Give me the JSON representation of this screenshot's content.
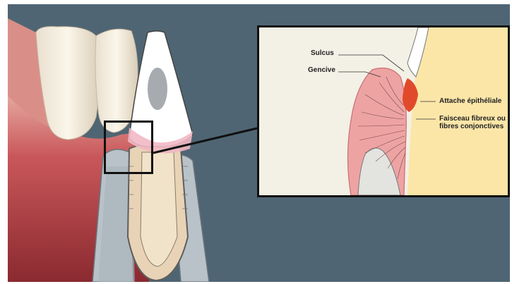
{
  "labels": {
    "sulcus": "Sulcus",
    "gencive": "Gencive",
    "attache": "Attache épithéliale",
    "faisceau": "Faisceau fibreux ou fibres conjonctives"
  },
  "colors": {
    "background": "#4f6573",
    "gingiva": "#e88f8f",
    "tooth": "#fbe6a8",
    "enamel": "#ffffff",
    "epithelial_attachment": "#e04a2a",
    "frame": "#111111"
  }
}
